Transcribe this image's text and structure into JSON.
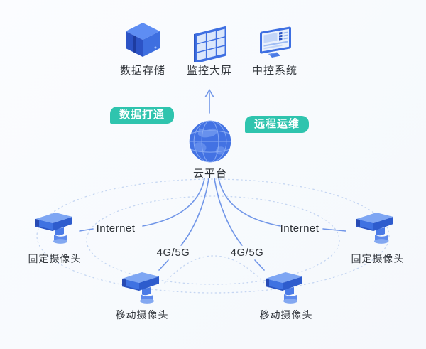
{
  "systems": [
    {
      "label": "数据存储",
      "icon": "database-cube-icon"
    },
    {
      "label": "监控大屏",
      "icon": "video-wall-icon"
    },
    {
      "label": "中控系统",
      "icon": "control-monitor-icon"
    }
  ],
  "tags": {
    "data_link": "数据打通",
    "remote_ops": "远程运维"
  },
  "cloud": {
    "label": "云平台",
    "icon": "globe-icon"
  },
  "links": {
    "internet_left": "Internet",
    "internet_right": "Internet",
    "cellular_left": "4G/5G",
    "cellular_right": "4G/5G"
  },
  "cameras": {
    "fixed_left": "固定摄像头",
    "fixed_right": "固定摄像头",
    "mobile_left": "移动摄像头",
    "mobile_right": "移动摄像头"
  },
  "colors": {
    "background": "#f8fafd",
    "icon_blue": "#3e6fe2",
    "icon_blue_dark": "#2c53c6",
    "icon_blue_light": "#7ea6f3",
    "globe_blue": "#4372e3",
    "line_blue": "#7196e8",
    "dotted_blue": "#c5d6f2",
    "tag_teal": "#2fc4ae",
    "text_dark": "#333333"
  }
}
